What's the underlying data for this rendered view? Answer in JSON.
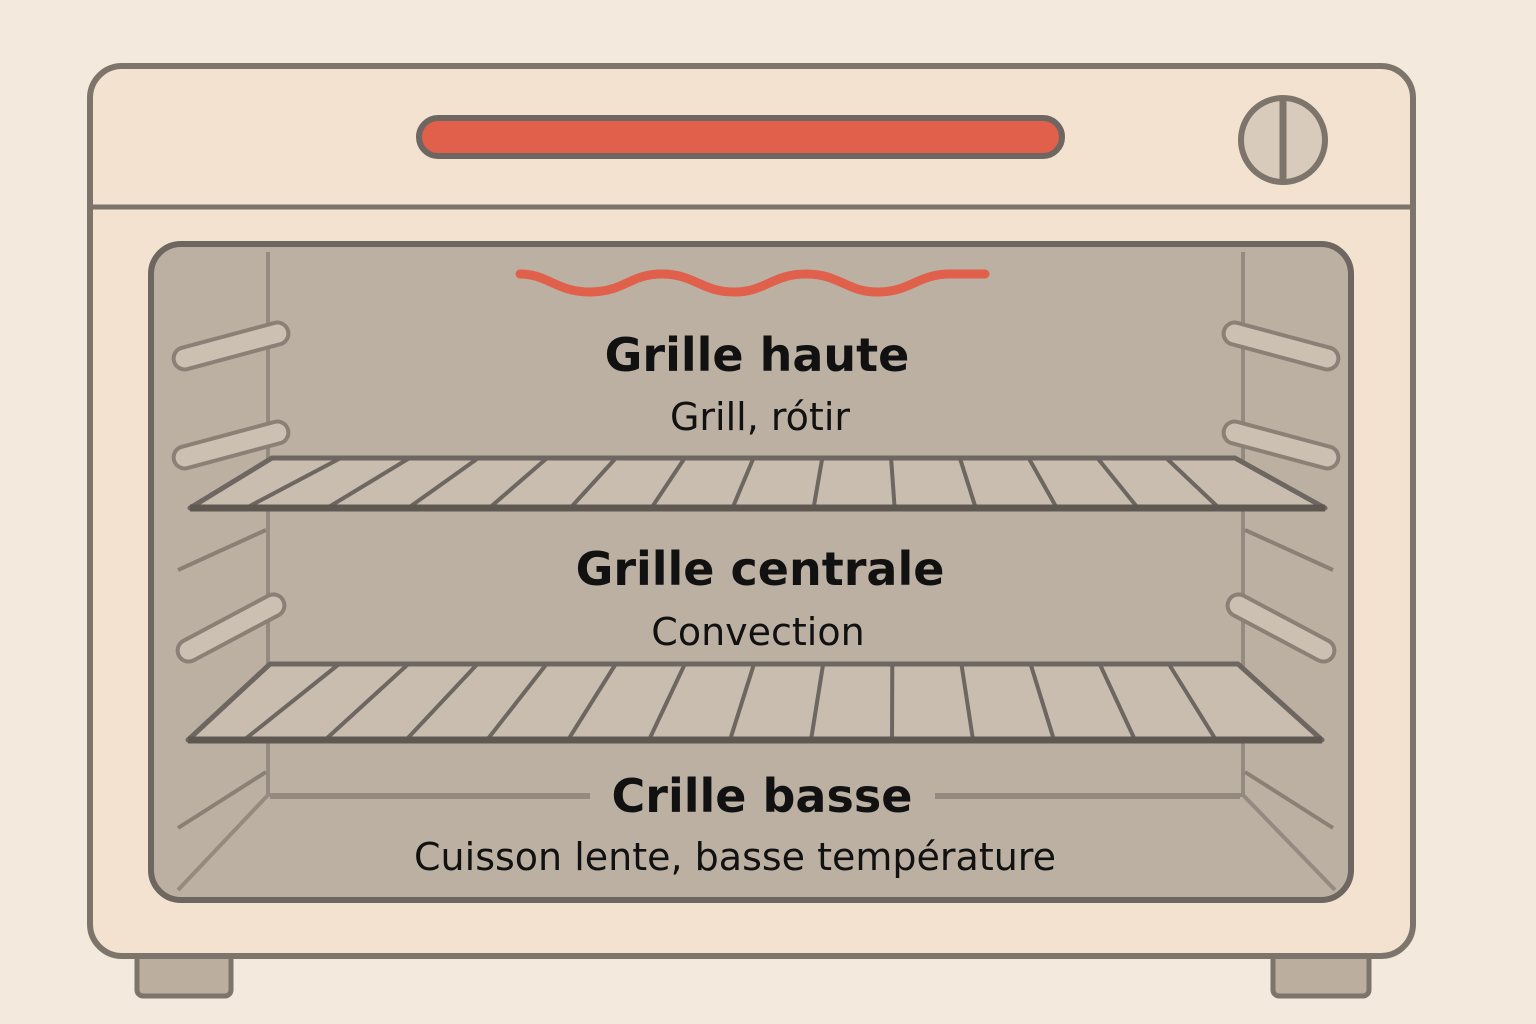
{
  "colors": {
    "background": "#f3e9dc",
    "oven_body": "#f2e2cf",
    "outline": "#7d746b",
    "cavity": "#bbb0a2",
    "heating_element": "#e0604b"
  },
  "racks": [
    {
      "title": "Grille haute",
      "subtitle": "Grill, rótir"
    },
    {
      "title": "Grille centrale",
      "subtitle": "Convection"
    },
    {
      "title": "Crille basse",
      "subtitle": "Cuisson lente, basse température"
    }
  ],
  "icons": {
    "indicator": "heat-indicator-bar",
    "element": "heating-element-wave",
    "knob": "control-knob"
  }
}
